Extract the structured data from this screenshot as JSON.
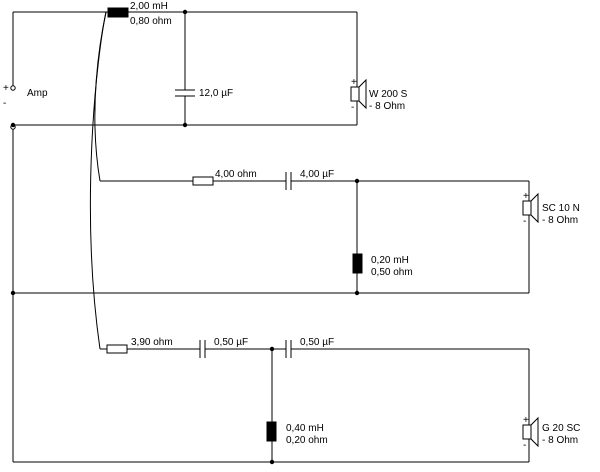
{
  "amp": {
    "label": "Amp",
    "plus": "+",
    "minus": "-"
  },
  "woofer": {
    "name": "W 200 S",
    "impedance": "- 8 Ohm",
    "plus": "+",
    "minus": "-",
    "series_inductor": {
      "inductance": "2,00 mH",
      "resistance": "0,80 ohm"
    },
    "shunt_capacitor": "12,0 µF"
  },
  "midrange": {
    "name": "SC 10 N",
    "impedance": "- 8 Ohm",
    "plus": "+",
    "minus": "-",
    "series_resistor": "4,00 ohm",
    "series_capacitor": "4,00 µF",
    "shunt_inductor": {
      "inductance": "0,20 mH",
      "resistance": "0,50 ohm"
    }
  },
  "tweeter": {
    "name": "G 20 SC",
    "impedance": "- 8 Ohm",
    "plus": "+",
    "minus": "-",
    "series_resistor": "3,90 ohm",
    "series_capacitor_1": "0,50 µF",
    "series_capacitor_2": "0,50 µF",
    "shunt_inductor": {
      "inductance": "0,40 mH",
      "resistance": "0,20 ohm"
    }
  }
}
